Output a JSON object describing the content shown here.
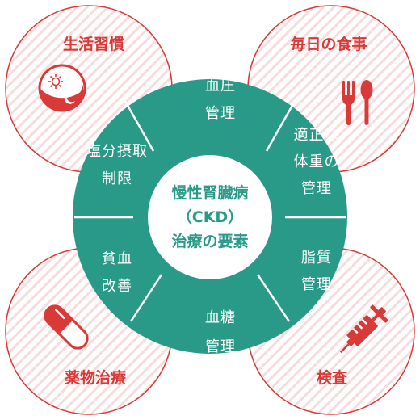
{
  "corners": {
    "top_left": {
      "label": "生活習慣"
    },
    "top_right": {
      "label": "毎日の食事"
    },
    "bottom_left": {
      "label": "薬物治療"
    },
    "bottom_right": {
      "label": "検査"
    }
  },
  "center": {
    "lines": [
      "慢性腎臓病",
      "（CKD）",
      "治療の要素"
    ]
  },
  "segments": {
    "top": [
      "血圧",
      "管理"
    ],
    "upper_right": [
      "適正な",
      "体重の",
      "管理"
    ],
    "lower_right": [
      "脂質",
      "管理"
    ],
    "bottom": [
      "血糖",
      "管理"
    ],
    "lower_left": [
      "貧血",
      "改善"
    ],
    "upper_left": [
      "塩分摂取",
      "制限"
    ]
  },
  "icons": {
    "top_left": "sun-moon-icon",
    "top_right": "fork-spoon-icon",
    "bottom_left": "capsule-icon",
    "bottom_right": "syringe-icon"
  },
  "colors": {
    "primary_red": "#d93a38",
    "teal": "#2a9a88",
    "stripe": "#f6dcdc",
    "white": "#ffffff"
  }
}
